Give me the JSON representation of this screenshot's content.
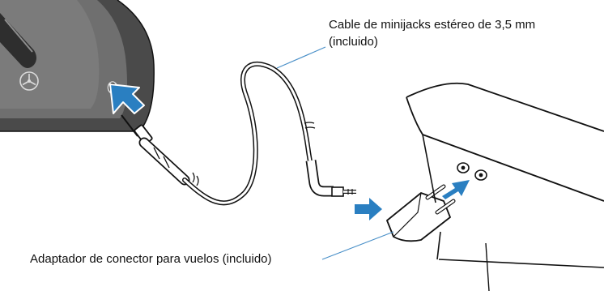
{
  "labels": {
    "cable_line1": "Cable de minijacks estéreo de 3,5 mm",
    "cable_line2": "(incluido)",
    "adapter": "Adaptador de conector para vuelos (incluido)"
  },
  "icons": {
    "logo": "yamaha-tuning-fork-logo-icon",
    "insert_arrows": "blue-arrow-icon"
  },
  "colors": {
    "arrow_blue": "#2a7fc1",
    "leader_line_blue": "#4a90c8",
    "headphone_dark": "#4a4a4a",
    "headphone_mid": "#6f6f6f",
    "outline": "#111111"
  }
}
